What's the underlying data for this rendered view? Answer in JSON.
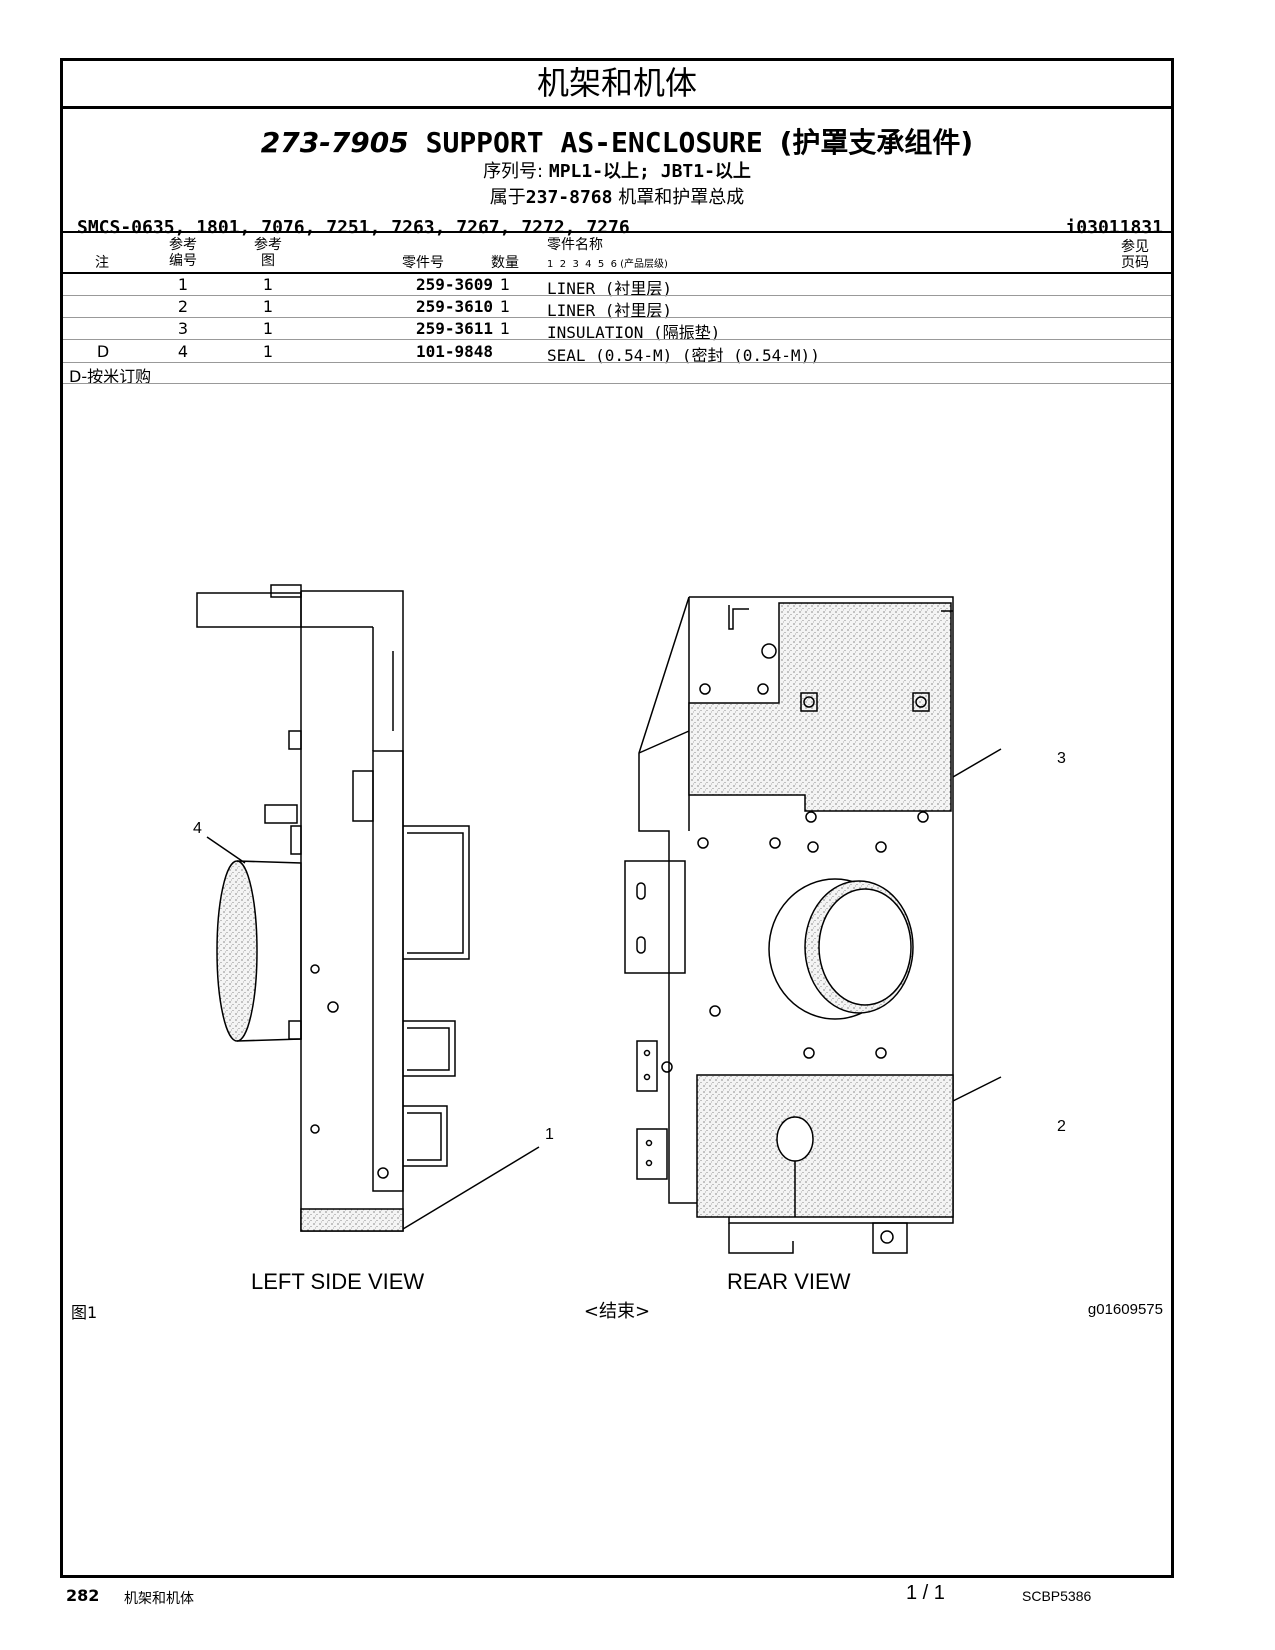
{
  "section_title": "机架和机体",
  "part": {
    "number": "273-7905",
    "name_en": "SUPPORT AS-ENCLOSURE",
    "name_cn": "(护罩支承组件)"
  },
  "serial": {
    "label": "序列号:",
    "values": "MPL1-以上; JBT1-以上"
  },
  "belongs": {
    "prefix": "属于",
    "part": "237-8768",
    "suffix": "机罩和护罩总成"
  },
  "smcs": "SMCS-0635, 1801, 7076, 7251, 7263, 7267, 7272, 7276",
  "illustration_id": "i03011831",
  "table": {
    "headers": {
      "note": "注",
      "ref_top": "参考",
      "ref_bottom": "编号",
      "fig_top": "参考",
      "fig_bottom": "图",
      "part_no": "零件号",
      "qty": "数量",
      "name_top": "零件名称",
      "name_levels": "1  2  3  4  5  6 (产品层级)",
      "see_top": "参见",
      "see_bottom": "页码"
    },
    "rows": [
      {
        "note": "",
        "ref": "1",
        "fig": "1",
        "part_no": "259-3609",
        "qty": "1",
        "name": "LINER (衬里层)"
      },
      {
        "note": "",
        "ref": "2",
        "fig": "1",
        "part_no": "259-3610",
        "qty": "1",
        "name": "LINER (衬里层)"
      },
      {
        "note": "",
        "ref": "3",
        "fig": "1",
        "part_no": "259-3611",
        "qty": "1",
        "name": "INSULATION (隔振垫)"
      },
      {
        "note": "D",
        "ref": "4",
        "fig": "1",
        "part_no": "101-9848",
        "qty": "",
        "name": "SEAL (0.54-M) (密封 (0.54-M))"
      }
    ],
    "footnote": "D-按米订购"
  },
  "drawing": {
    "callouts": [
      "1",
      "2",
      "3",
      "4"
    ],
    "left_caption": "LEFT SIDE VIEW",
    "right_caption": "REAR VIEW"
  },
  "figure_label": "图1",
  "end_mark": "<结束>",
  "graphic_id": "g01609575",
  "footer": {
    "page": "282",
    "section": "机架和机体",
    "page_of": "1 / 1",
    "doc": "SCBP5386"
  }
}
